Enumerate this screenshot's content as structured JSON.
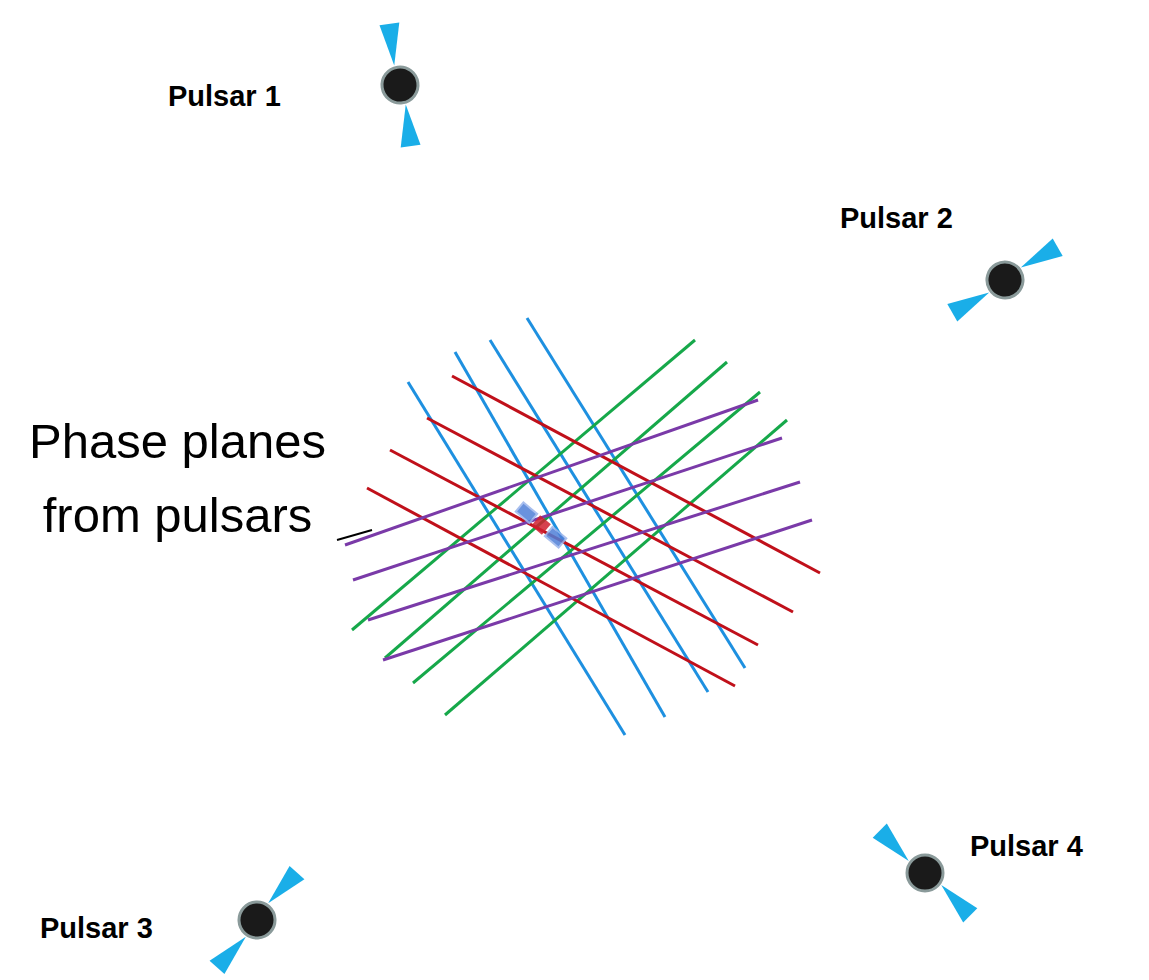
{
  "diagram": {
    "labels": [
      "Pulsar 1",
      "Pulsar 2",
      "Pulsar 3",
      "Pulsar 4",
      "Phase planes from pulsars"
    ]
  }
}
